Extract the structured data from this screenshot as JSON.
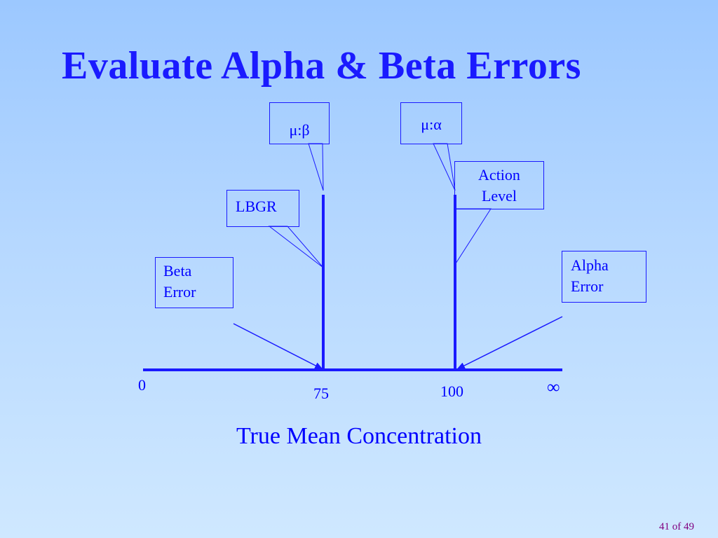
{
  "slide": {
    "title": "Evaluate Alpha & Beta Errors",
    "page_number": "41 of 49"
  },
  "diagram": {
    "axis_title": "True Mean Concentration",
    "axis_labels": {
      "zero": "0",
      "lbgr_value": "75",
      "action_value": "100",
      "infinity": "∞"
    },
    "callouts": {
      "mu_beta": "μ:β",
      "mu_alpha": "μ:α",
      "lbgr": "LBGR",
      "action_level": [
        "Action",
        "Level"
      ],
      "beta_error": [
        "Beta",
        "Error"
      ],
      "alpha_error": [
        "Alpha",
        "Error"
      ]
    }
  },
  "colors": {
    "title": "#1a1aff",
    "line": "#0000ff",
    "text": "#0000ff",
    "page_number": "#800080"
  }
}
